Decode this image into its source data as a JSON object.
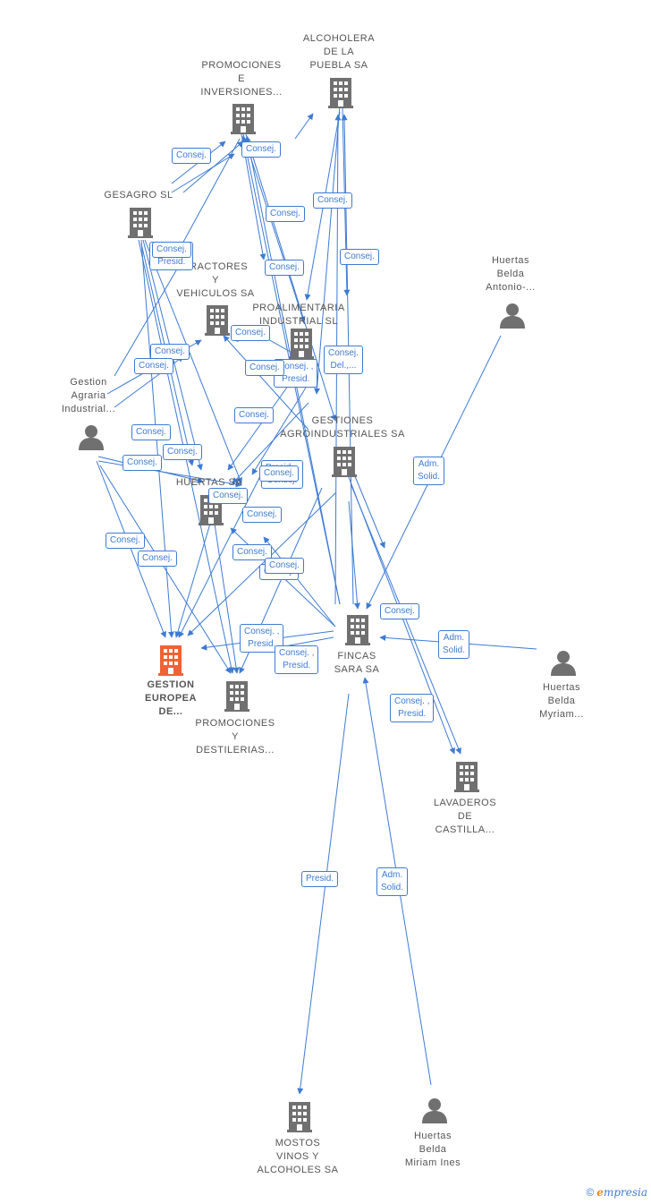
{
  "colors": {
    "edge": "#3d7bd4",
    "node": "#707070",
    "focus": "#f06236"
  },
  "nodes": [
    {
      "id": "gestion_europea",
      "label": "GESTION\nEUROPEA\nDE...",
      "type": "company",
      "focus": true
    },
    {
      "id": "alcoholera",
      "label": "ALCOHOLERA\nDE LA\nPUEBLA SA",
      "type": "company"
    },
    {
      "id": "promociones_inv",
      "label": "PROMOCIONES\nE\nINVERSIONES...",
      "type": "company"
    },
    {
      "id": "gesagro",
      "label": "GESAGRO  SL",
      "type": "company"
    },
    {
      "id": "tractores",
      "label": "TRACTORES\nY\nVEHICULOS SA",
      "type": "company"
    },
    {
      "id": "proalimentaria",
      "label": "PROALIMENTARIA\nINDUSTRIAL  SL",
      "type": "company"
    },
    {
      "id": "gestiones_agro",
      "label": "GESTIONES\nAGROINDUSTRIALES SA",
      "type": "company"
    },
    {
      "id": "huertas_sa",
      "label": "HUERTAS SA",
      "type": "company"
    },
    {
      "id": "gestion_agraria",
      "label": "Gestion\nAgraria\nIndustrial...",
      "type": "person"
    },
    {
      "id": "huertas_antonio",
      "label": "Huertas\nBelda\nAntonio-...",
      "type": "person"
    },
    {
      "id": "fincas_sara",
      "label": "FINCAS\nSARA SA",
      "type": "company"
    },
    {
      "id": "promociones_dest",
      "label": "PROMOCIONES\nY\nDESTILERIAS...",
      "type": "company"
    },
    {
      "id": "huertas_myriam",
      "label": "Huertas\nBelda\nMyriam...",
      "type": "person"
    },
    {
      "id": "lavaderos",
      "label": "LAVADEROS\nDE\nCASTILLA...",
      "type": "company"
    },
    {
      "id": "mostos",
      "label": "MOSTOS\nVINOS Y\nALCOHOLES SA",
      "type": "company"
    },
    {
      "id": "huertas_miriam",
      "label": "Huertas\nBelda\nMiriam Ines",
      "type": "person"
    }
  ],
  "edge_labels": [
    "Consej.",
    "Consej.",
    "Consej.",
    "Consej.",
    "Consej.",
    "Consej. ,\nPresid.",
    "Consej.",
    "Consej.",
    "Consej.",
    "Consej.",
    "Consej. ,\nPresid.",
    "Consej.\nDel.,...",
    "Consej.",
    "Consej.",
    "Consej.",
    "Consej.",
    "Consej.",
    "Presid. ,\nConsej.",
    "Consej.",
    "Consej.",
    "Consej.",
    "Consej.",
    "Consej.",
    "Consej.",
    "Adm.\nSolid.",
    "Consej.",
    "Consej. ,\nPresid.",
    "Consej. ,\nPresid.",
    "Adm.\nSolid.",
    "Consej. ,\nPresid.",
    "Presid.",
    "Adm.\nSolid.",
    "Consej.",
    "Consej.",
    "Consej."
  ],
  "brand": {
    "copyright": "©",
    "initial": "e",
    "name": "mpresia"
  }
}
